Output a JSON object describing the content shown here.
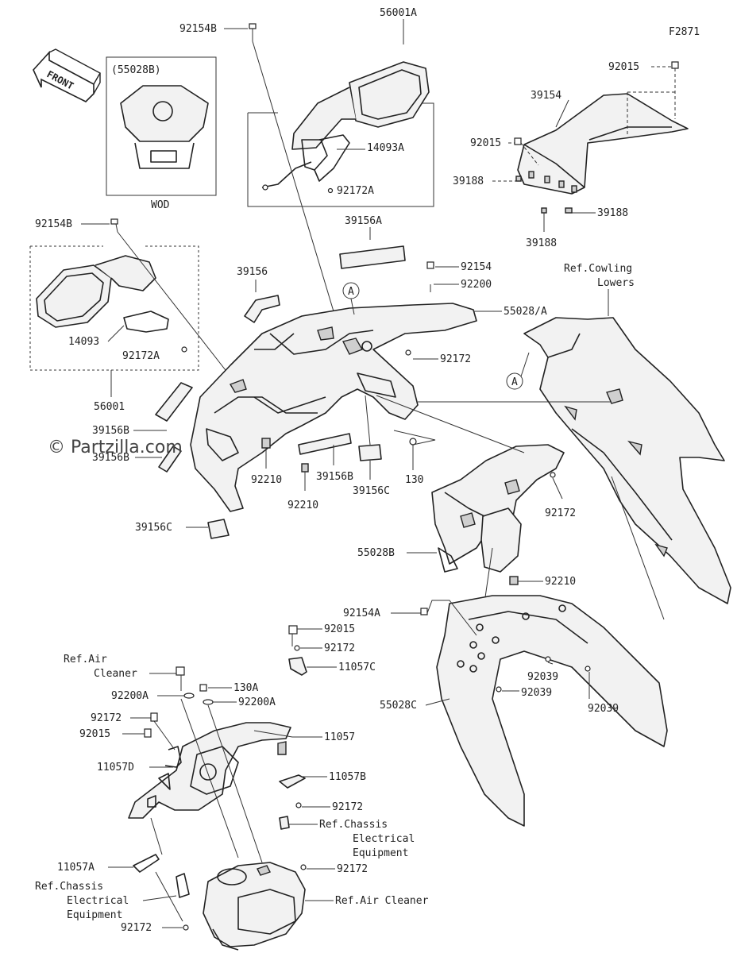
{
  "figure_code": "F2871",
  "watermark": "© Partzilla.com",
  "front_label": "FRONT",
  "inset_label": "(55028B)",
  "inset_caption": "WOD",
  "circle_marker": "A",
  "labels": {
    "p56001A": "56001A",
    "p92154B_top": "92154B",
    "p14093A": "14093A",
    "p92172A_top": "92172A",
    "p39156A": "39156A",
    "p92015_top": "92015",
    "p39154": "39154",
    "p92015_mid": "92015",
    "p39188_a": "39188",
    "p39188_b": "39188",
    "p39188_c": "39188",
    "p92154B_left": "92154B",
    "p39156": "39156",
    "p92154": "92154",
    "p92200": "92200",
    "p55028A": "55028/A",
    "ref_cowling_1": "Ref.Cowling",
    "ref_cowling_2": "Lowers",
    "p14093": "14093",
    "p92172A_left": "92172A",
    "p92172_a": "92172",
    "p56001": "56001",
    "p39156B_left_a": "39156B",
    "p39156B_left_b": "39156B",
    "p92210_a": "92210",
    "p39156B_mid": "39156B",
    "p130": "130",
    "p92172_b": "92172",
    "p92210_b": "92210",
    "p39156C_mid": "39156C",
    "p39156C_left": "39156C",
    "p55028B": "55028B",
    "p92210_c": "92210",
    "p92154A": "92154A",
    "p92015_low": "92015",
    "p92172_c": "92172",
    "p11057C": "11057C",
    "ref_air_1": "Ref.Air",
    "ref_air_2": "Cleaner",
    "p130A": "130A",
    "p92200A_a": "92200A",
    "p92200A_b": "92200A",
    "p92172_d": "92172",
    "p92015_d": "92015",
    "p11057": "11057",
    "p11057D": "11057D",
    "p11057B": "11057B",
    "p92172_e": "92172",
    "ref_chassis_a1": "Ref.Chassis",
    "ref_chassis_a2": "Electrical",
    "ref_chassis_a3": "Equipment",
    "p11057A": "11057A",
    "p92172_f": "92172",
    "ref_chassis_b1": "Ref.Chassis",
    "ref_chassis_b2": "Electrical",
    "ref_chassis_b3": "Equipment",
    "ref_air_cleaner": "Ref.Air Cleaner",
    "p92172_g": "92172",
    "p92039_a": "92039",
    "p92039_b": "92039",
    "p92039_c": "92039",
    "p55028C": "55028C"
  }
}
